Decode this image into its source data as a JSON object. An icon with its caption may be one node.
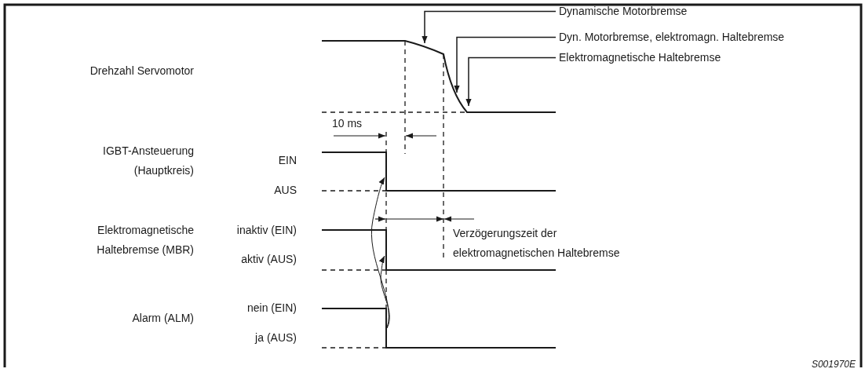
{
  "diagram": {
    "nodes": [
      {
        "text": [
          "Dynamische Motorbremse"
        ]
      },
      {
        "text": [
          "Dyn. Motorbremse, elektromagn. Haltebremse"
        ]
      },
      {
        "text": [
          "Elektromagnetische Haltebremse"
        ]
      }
    ],
    "edges": [
      {
        "from": 0,
        "to": null,
        "arrow": "to"
      },
      {
        "from": 1,
        "to": null,
        "arrow": "to"
      },
      {
        "from": 2,
        "to": null,
        "arrow": "to"
      }
    ],
    "labels": [
      "Drehzahl Servomotor",
      "10 ms",
      "IGBT-Ansteuerung (Hauptkreis)",
      "EIN",
      "AUS",
      "Elektromagnetische Haltebremse (MBR)",
      "inaktiv (EIN)",
      "Verzögerungszeit der elektromagnetischen Haltebremse",
      "aktiv (AUS)",
      "Alarm (ALM)",
      "nein (EIN)",
      "ja (AUS)",
      "S001970E"
    ]
  }
}
